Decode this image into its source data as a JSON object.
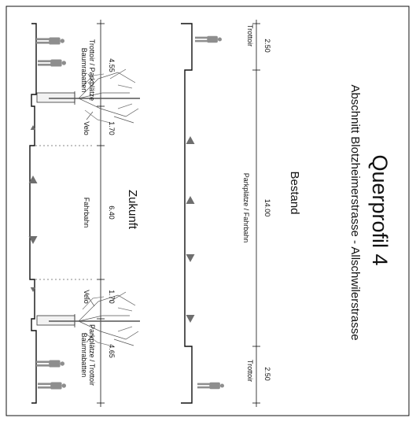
{
  "title": "Querprofil 4",
  "subtitle": "Abschnitt Blotzheimerstrasse - Allschwilerstrasse",
  "existing": {
    "heading": "Bestand",
    "segments": [
      {
        "label": "Trottoir",
        "width": "2.50"
      },
      {
        "label": "Parkplätze / Fahrbahn",
        "width": "14.00"
      },
      {
        "label": "Trottoir",
        "width": "2.50"
      }
    ]
  },
  "future": {
    "heading": "Zukunft",
    "segments": [
      {
        "label": "Trottoir / Parkplätze\nBaumrabatten",
        "width": "4.55"
      },
      {
        "label": "Velo",
        "width": "1.70"
      },
      {
        "label": "Fahrbahn",
        "width": "6.40"
      },
      {
        "label": "Velo",
        "width": "1.70"
      },
      {
        "label": "Parkplätze / Trottoir\nBaumrabatten",
        "width": "4.65"
      }
    ]
  },
  "colors": {
    "line": "#111111",
    "figure": "#8e8e8e",
    "arrow": "#6e6e6e",
    "tree": "#555555"
  }
}
